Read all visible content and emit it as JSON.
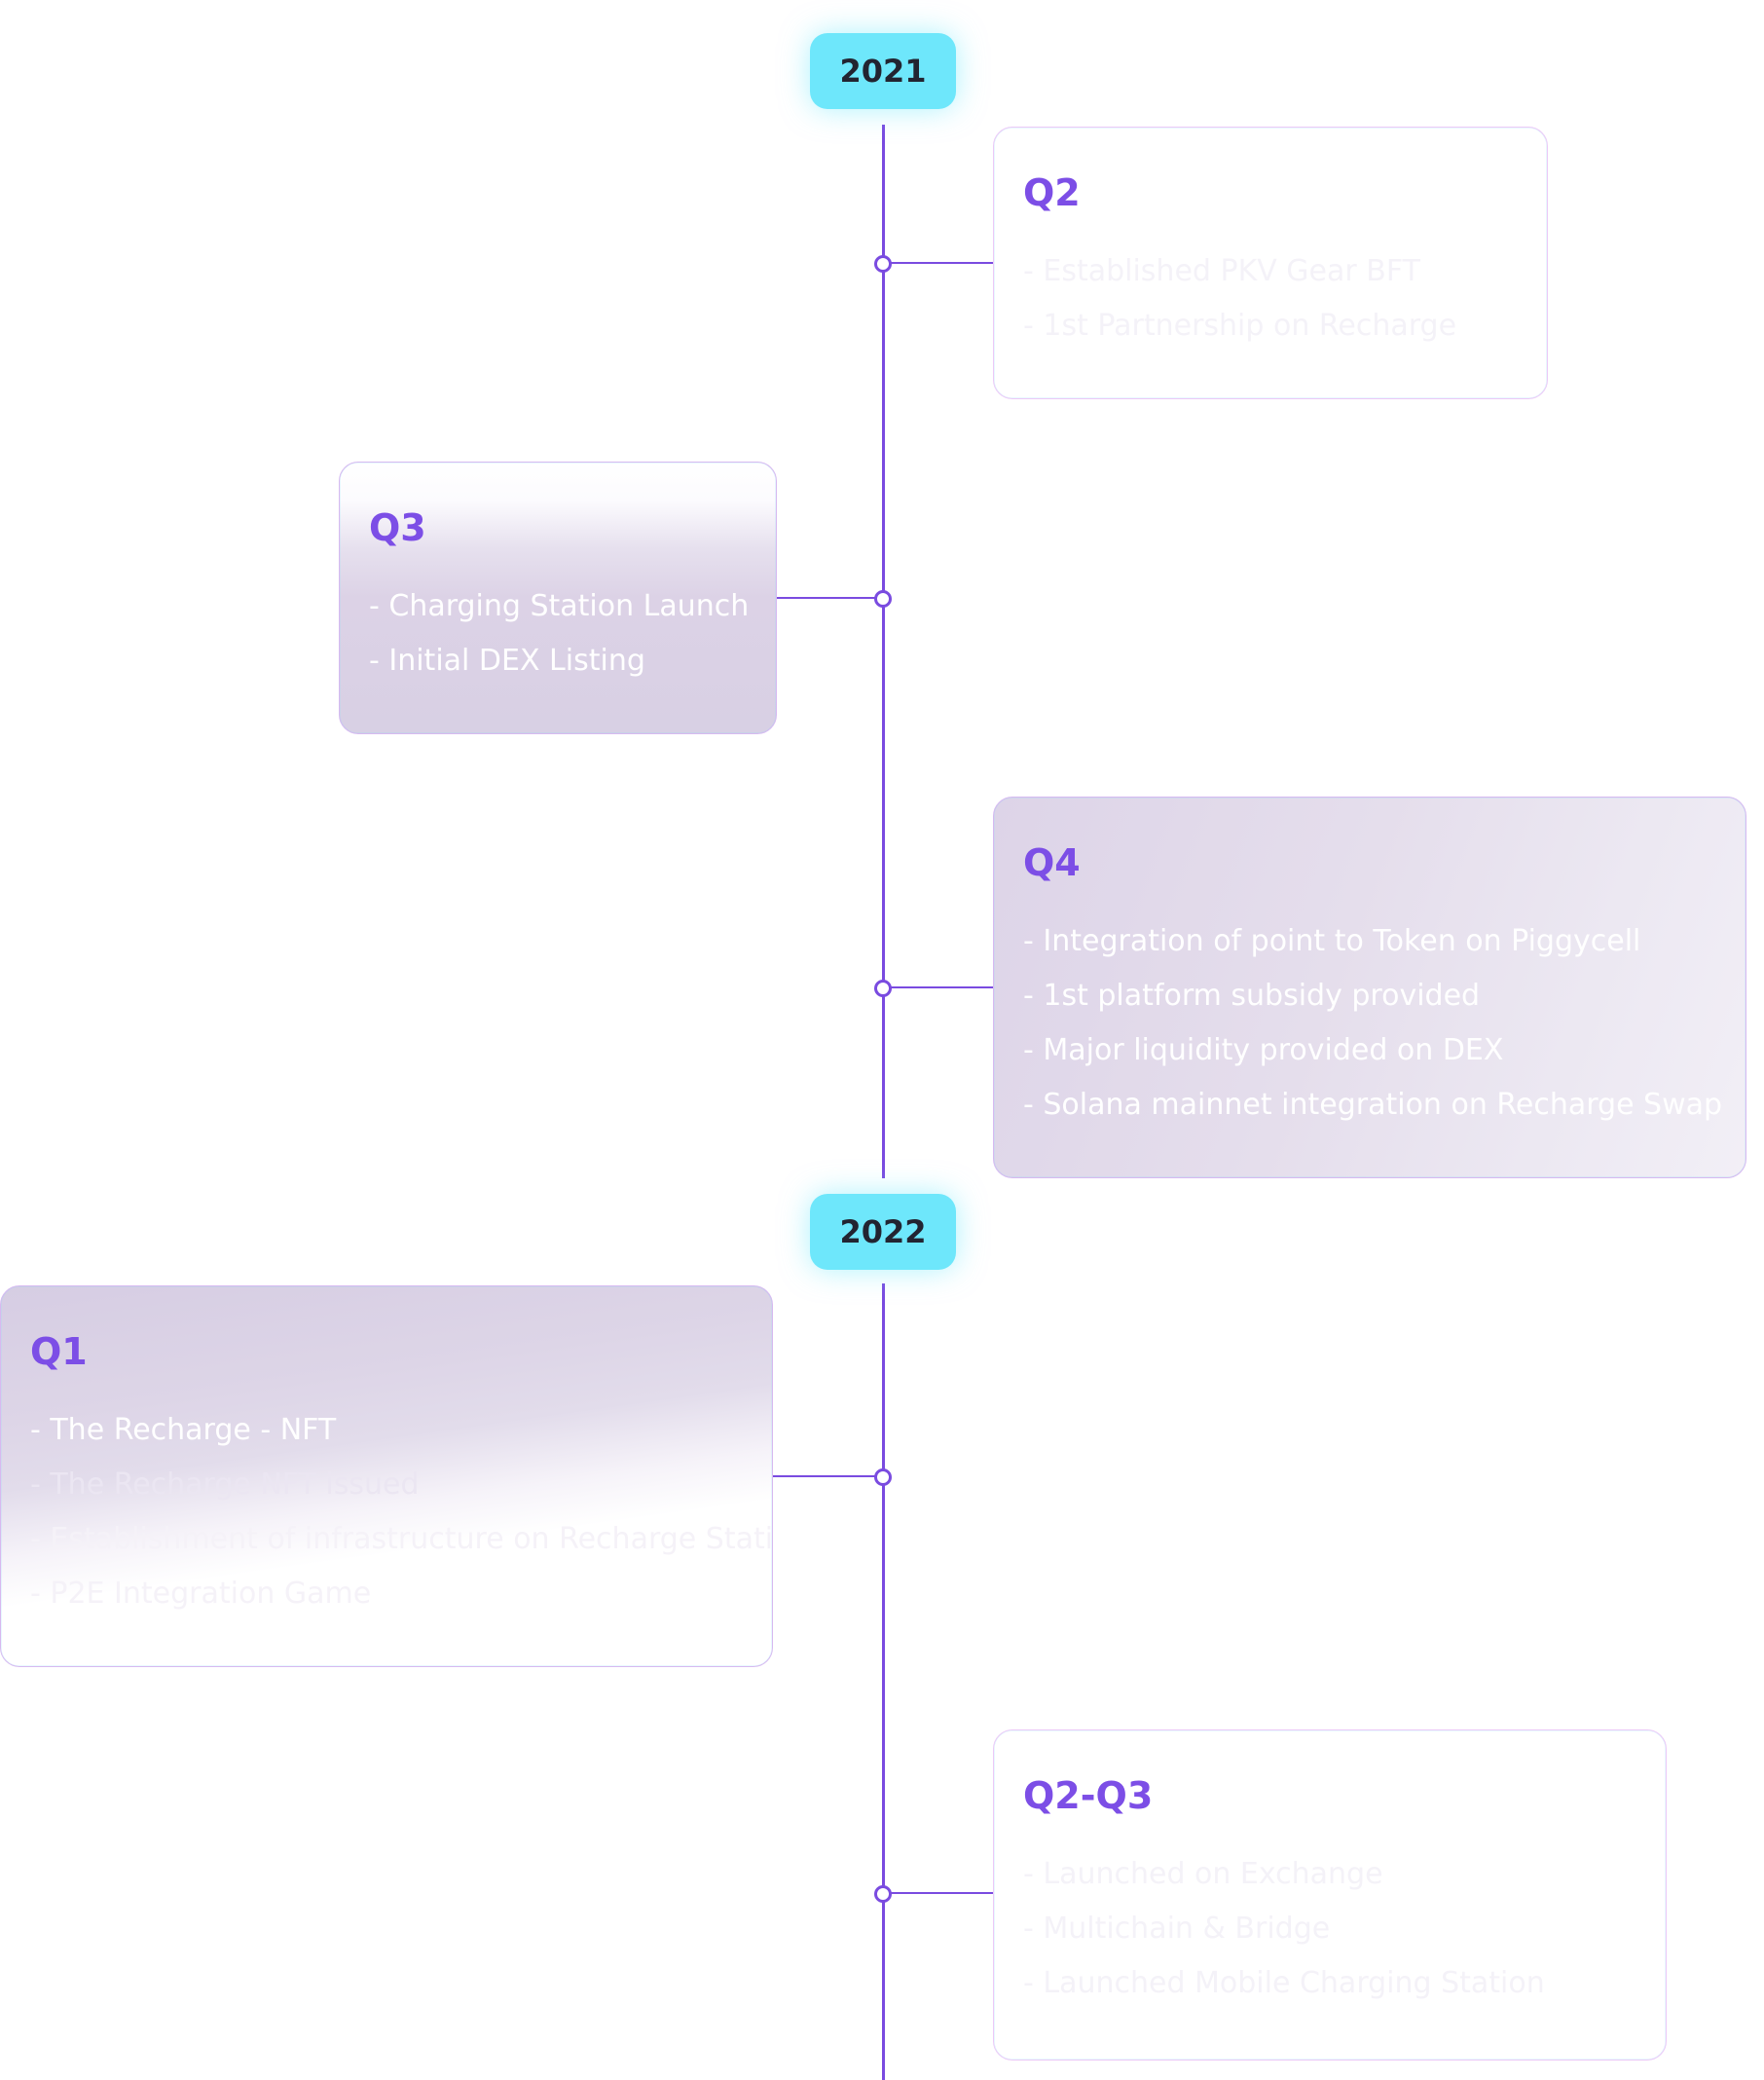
{
  "timeline": {
    "years": [
      {
        "label": "2021",
        "quarters": [
          {
            "title": "Q2",
            "items": [
              "- Established PKV Gear BFT",
              "- 1st Partnership on Recharge"
            ]
          },
          {
            "title": "Q3",
            "items": [
              "- Charging Station Launch",
              "- Initial DEX Listing"
            ]
          },
          {
            "title": "Q4",
            "items": [
              "- Integration of point to Token on Piggycell",
              "- 1st platform subsidy provided",
              "- Major liquidity provided on DEX",
              "- Solana mainnet integration on Recharge Swap"
            ]
          }
        ]
      },
      {
        "label": "2022",
        "quarters": [
          {
            "title": "Q1",
            "items": [
              "- The Recharge - NFT",
              "- The Recharge NFT issued",
              "- Establishment of infrastructure on Recharge Station",
              "- P2E Integration Game"
            ]
          },
          {
            "title": "Q2-Q3",
            "items": [
              "- Launched on Exchange",
              "- Multichain & Bridge",
              "- Launched Mobile Charging Station"
            ]
          }
        ]
      }
    ]
  },
  "colors": {
    "accent": "#7c4ee6",
    "line": "#7a4be0",
    "badge": "#6ee7fb",
    "badge_text": "#222431"
  }
}
